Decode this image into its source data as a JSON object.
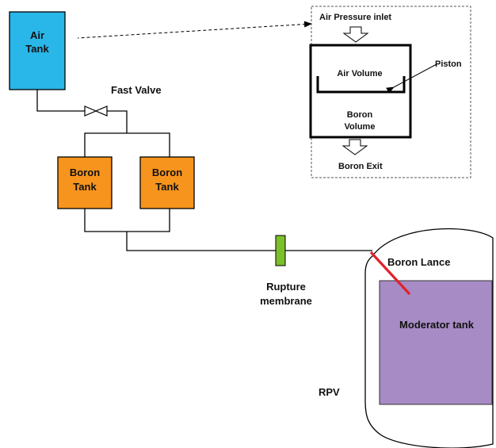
{
  "colors": {
    "air_tank": "#29B6E8",
    "boron_tank": "#F7941D",
    "rupture_membrane": "#7CBF2A",
    "moderator_tank": "#A78BC4",
    "boron_lance": "#E1212B"
  },
  "labels": {
    "air_tank_line1": "Air",
    "air_tank_line2": "Tank",
    "fast_valve": "Fast Valve",
    "boron_tank_left_line1": "Boron",
    "boron_tank_left_line2": "Tank",
    "boron_tank_right_line1": "Boron",
    "boron_tank_right_line2": "Tank",
    "rupture_line1": "Rupture",
    "rupture_line2": "membrane",
    "boron_lance": "Boron Lance",
    "moderator_tank": "Moderator tank",
    "rpv": "RPV"
  },
  "detail": {
    "air_pressure_inlet": "Air Pressure inlet",
    "air_volume": "Air Volume",
    "piston": "Piston",
    "boron_volume_line1": "Boron",
    "boron_volume_line2": "Volume",
    "boron_exit": "Boron Exit"
  }
}
